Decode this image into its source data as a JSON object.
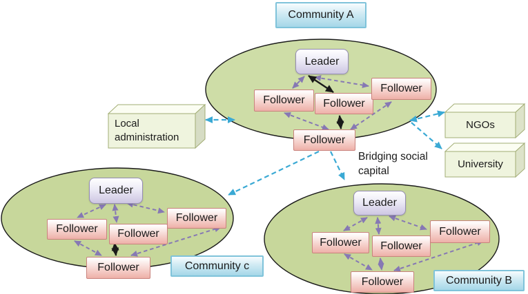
{
  "colors": {
    "community_ellipse_fill": "#cbd9a1",
    "community_ellipse_border": "#1a1a1a",
    "leader_box_fill": "#cdc6e2",
    "follower_box_fill": "#eeb0a8",
    "community_label_fill": "#a5d7e8",
    "external_box_fill": "#eff4de",
    "bonding_arrow_purple": "#8678b4",
    "bridging_arrow_cyan": "#3aa9d4",
    "strong_tie_arrow_black": "#1a1a1a"
  },
  "communities": [
    {
      "label": "Community A",
      "leader": "Leader",
      "followers": [
        "Follower",
        "Follower",
        "Follower",
        "Follower"
      ]
    },
    {
      "label": "Community c",
      "leader": "Leader",
      "followers": [
        "Follower",
        "Follower",
        "Follower",
        "Follower"
      ]
    },
    {
      "label": "Community B",
      "leader": "Leader",
      "followers": [
        "Follower",
        "Follower",
        "Follower",
        "Follower"
      ]
    }
  ],
  "external_entities": {
    "local_administration": {
      "line1": "Local",
      "line2": "administration"
    },
    "ngos": {
      "label": "NGOs"
    },
    "university": {
      "label": "University"
    }
  },
  "annotation": {
    "line1": "Bridging social",
    "line2": "capital"
  }
}
